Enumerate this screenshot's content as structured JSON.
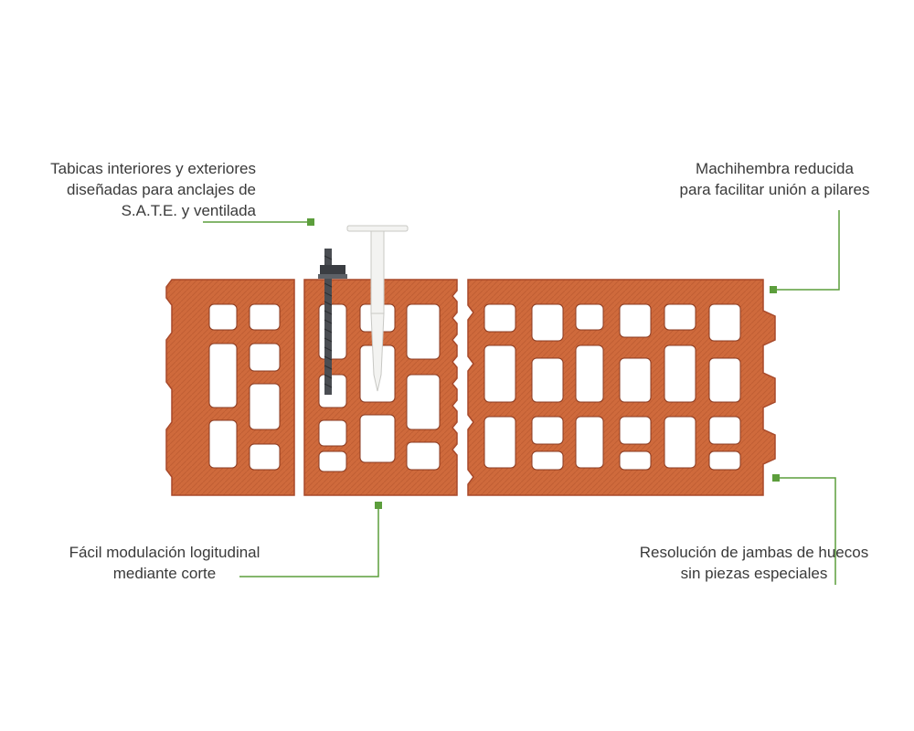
{
  "annotations": {
    "top_left": {
      "lines": [
        "Tabicas interiores y exteriores",
        "diseñadas para anclajes de",
        "S.A.T.E. y ventilada"
      ]
    },
    "top_right": {
      "lines": [
        "Machihembra reducida",
        "para facilitar unión a pilares"
      ]
    },
    "bottom_left": {
      "lines": [
        "Fácil modulación logitudinal",
        "mediante corte"
      ]
    },
    "bottom_right": {
      "lines": [
        "Resolución de jambas de huecos",
        "sin piezas especiales"
      ]
    }
  },
  "colors": {
    "leader": "#5c9e3c",
    "brick": "#cf6a3c",
    "brick_edge": "#a8492a",
    "hole": "#ffffff",
    "text": "#3a3a3a",
    "bolt": "#4a4d52",
    "plastic_anchor": "#f3f3f1"
  },
  "icons": [
    "threaded-bolt-icon",
    "plastic-insulation-anchor-icon"
  ]
}
